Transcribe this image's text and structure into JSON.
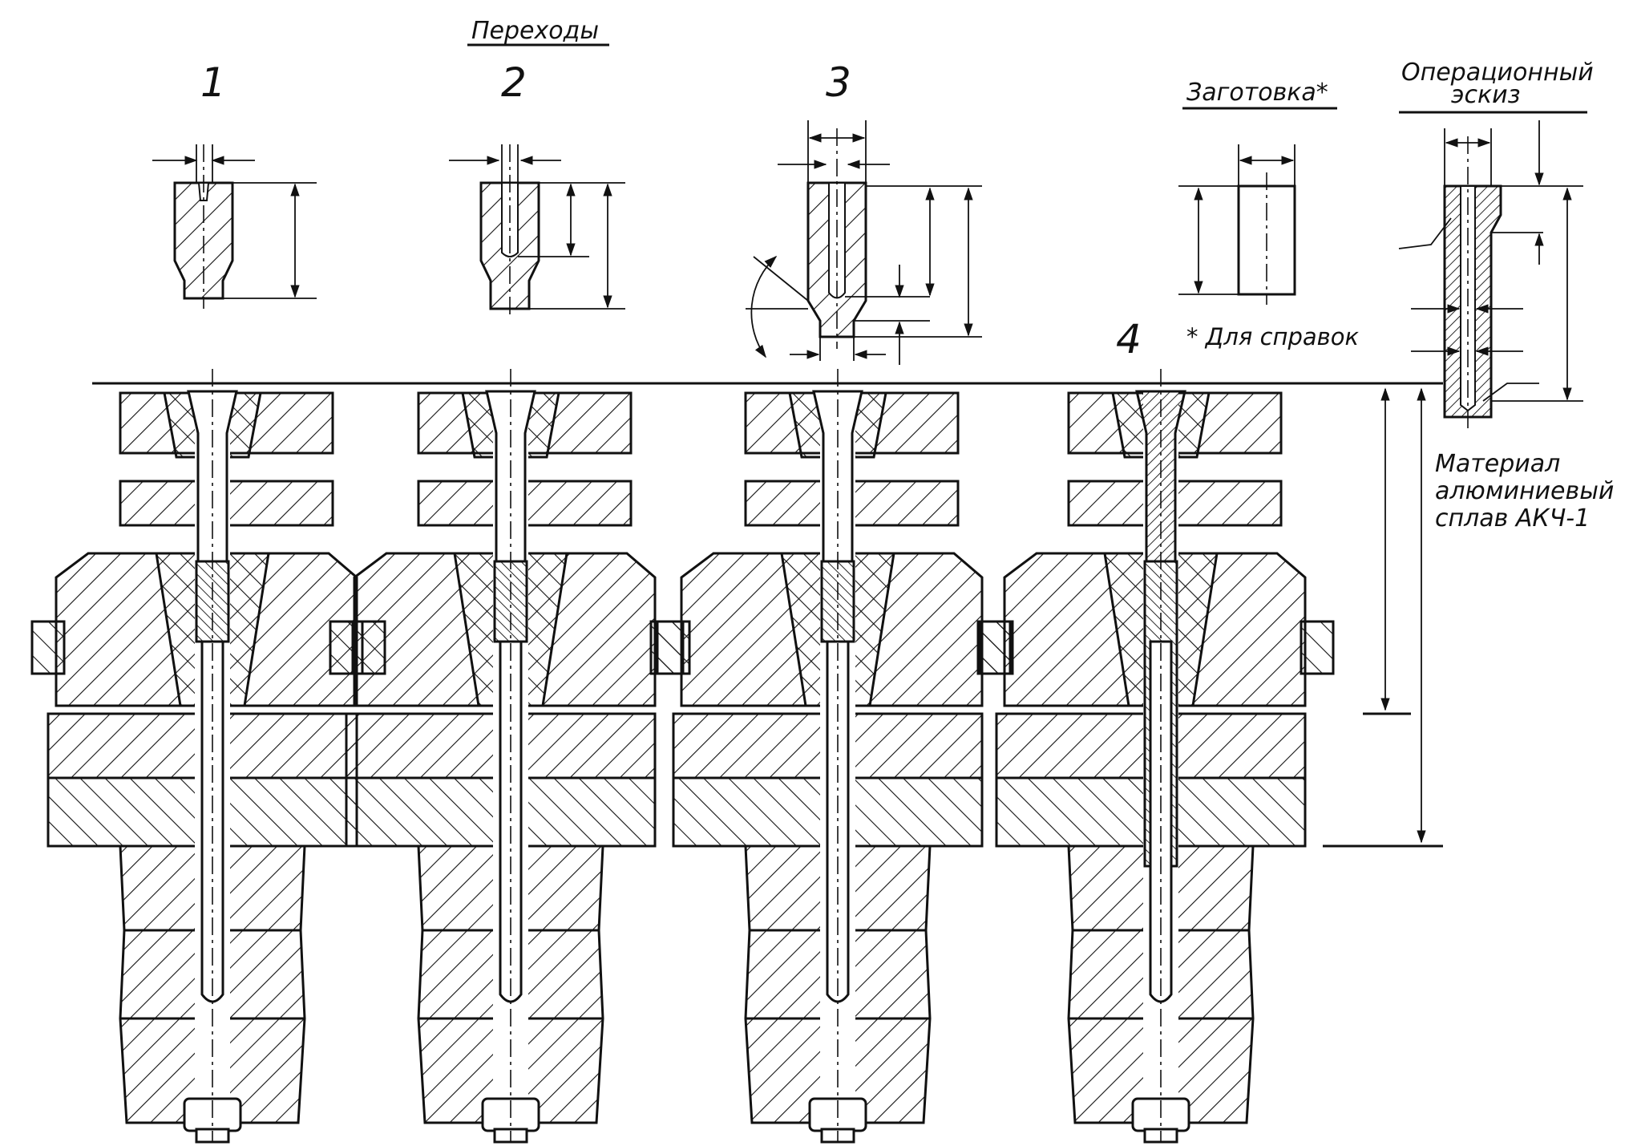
{
  "header": {
    "title": "Переходы"
  },
  "transitions": [
    {
      "number": "1"
    },
    {
      "number": "2"
    },
    {
      "number": "3"
    },
    {
      "number": "4"
    }
  ],
  "blank": {
    "title": "Заготовка*",
    "note": "* Для справок"
  },
  "operation_sketch": {
    "title_line1": "Операционный",
    "title_line2": "эскиз"
  },
  "material": {
    "line1": "Материал",
    "line2": "алюминиевый",
    "line3": "сплав АКЧ-1"
  }
}
